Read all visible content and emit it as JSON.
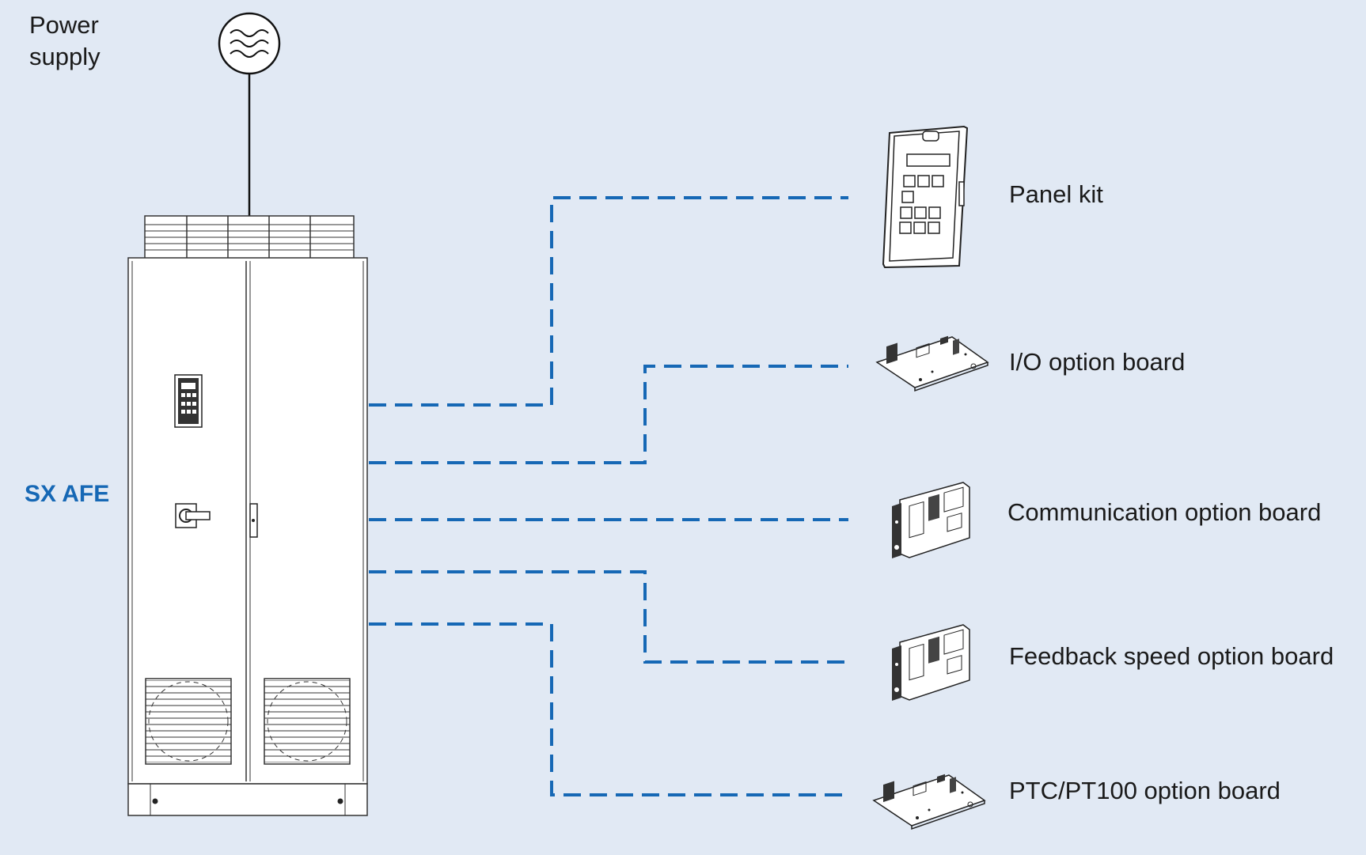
{
  "power_supply": {
    "label_line1": "Power",
    "label_line2": "supply",
    "icon": "ac-power-source-icon"
  },
  "drive": {
    "label": "SX AFE",
    "icon": "drive-cabinet-icon"
  },
  "accessories": [
    {
      "label": "Panel kit",
      "icon": "control-panel-icon"
    },
    {
      "label": "I/O option board",
      "icon": "circuit-board-icon"
    },
    {
      "label": "Communication option board",
      "icon": "circuit-board-icon"
    },
    {
      "label": "Feedback speed option board",
      "icon": "circuit-board-icon"
    },
    {
      "label": "PTC/PT100 option board",
      "icon": "circuit-board-icon"
    }
  ],
  "colors": {
    "background": "#e1e9f4",
    "connector": "#1668b5",
    "accent_text": "#1668b5",
    "line_art": "#222222"
  }
}
